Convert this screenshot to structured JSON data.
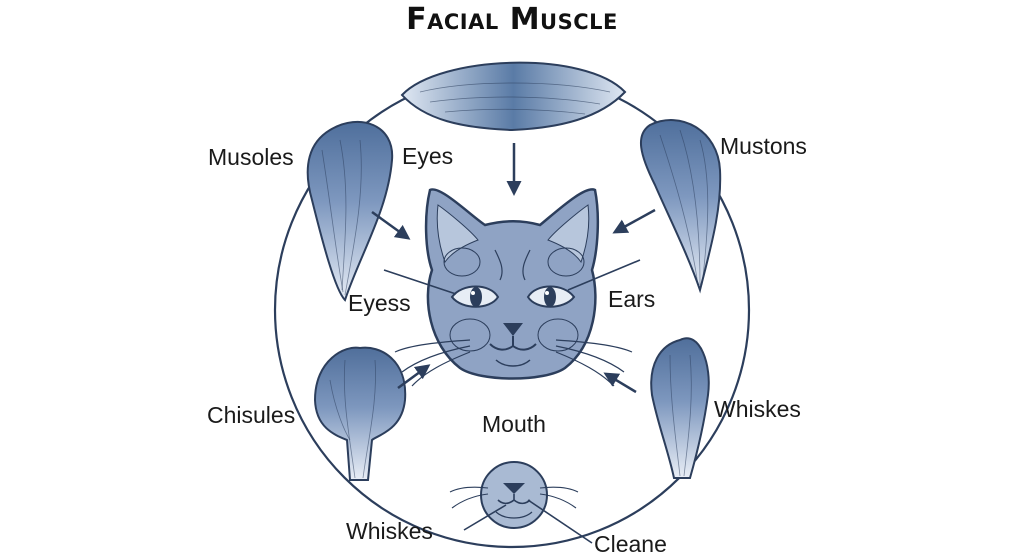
{
  "title": "Facial Muscle",
  "labels": {
    "musoles": "Musoles",
    "eyes": "Eyes",
    "mustons": "Mustons",
    "eyess": "Eyess",
    "ears": "Ears",
    "chisules": "Chisules",
    "mouth": "Mouth",
    "whiskes_right": "Whiskes",
    "whiskes_bottom": "Whiskes",
    "cleane": "Cleane"
  },
  "colors": {
    "outline": "#2c3e5c",
    "muscle_dark": "#5a7ba6",
    "muscle_light": "#c5d3e6",
    "face_fill": "#8fa3c4",
    "arrow": "#2c3e5c"
  }
}
